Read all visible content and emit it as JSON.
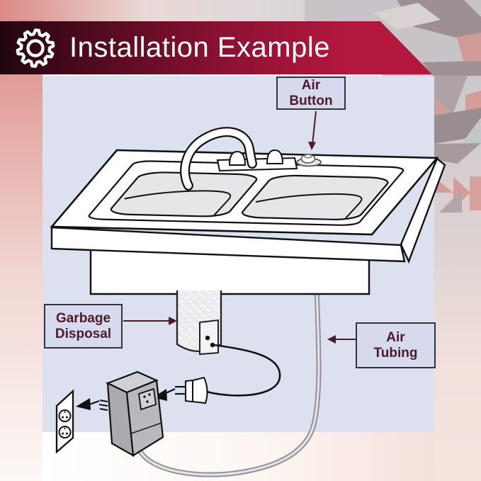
{
  "header": {
    "title": "Installation Example",
    "icon": "gear-icon"
  },
  "labels": {
    "air_button": {
      "line1": "Air",
      "line2": "Button"
    },
    "garbage_disposal": {
      "line1": "Garbage",
      "line2": "Disposal"
    },
    "air_tubing": {
      "line1": "Air",
      "line2": "Tubing"
    }
  },
  "diagram_parts": [
    "kitchen-sink",
    "faucet",
    "faucet-handles",
    "air-button",
    "countertop",
    "sink-cabinet",
    "garbage-disposal-unit",
    "power-cord",
    "power-plug",
    "control-unit",
    "wall-outlet",
    "air-tubing"
  ],
  "colors": {
    "accent": "#b2173e",
    "banner-dark": "#20060f",
    "panel": "#dde0ee",
    "label-fill": "#d7d9ec",
    "label-border": "#34343f",
    "label-text": "#4b1a2b",
    "arrow": "#4b1a2b",
    "line": "#111111",
    "pink": "#dc8b87"
  }
}
